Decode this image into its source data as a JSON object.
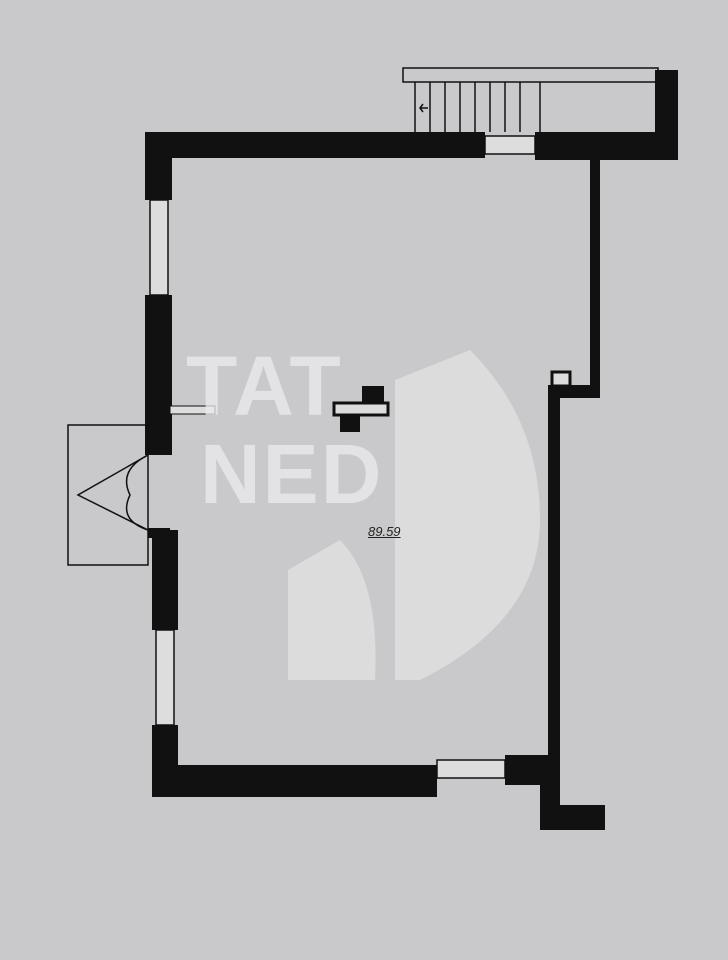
{
  "plan": {
    "area_label": "89.59",
    "watermark_line1": "TAT",
    "watermark_line2": "NED",
    "wall_color": "#111111",
    "background_color": "#c9c9cb"
  }
}
